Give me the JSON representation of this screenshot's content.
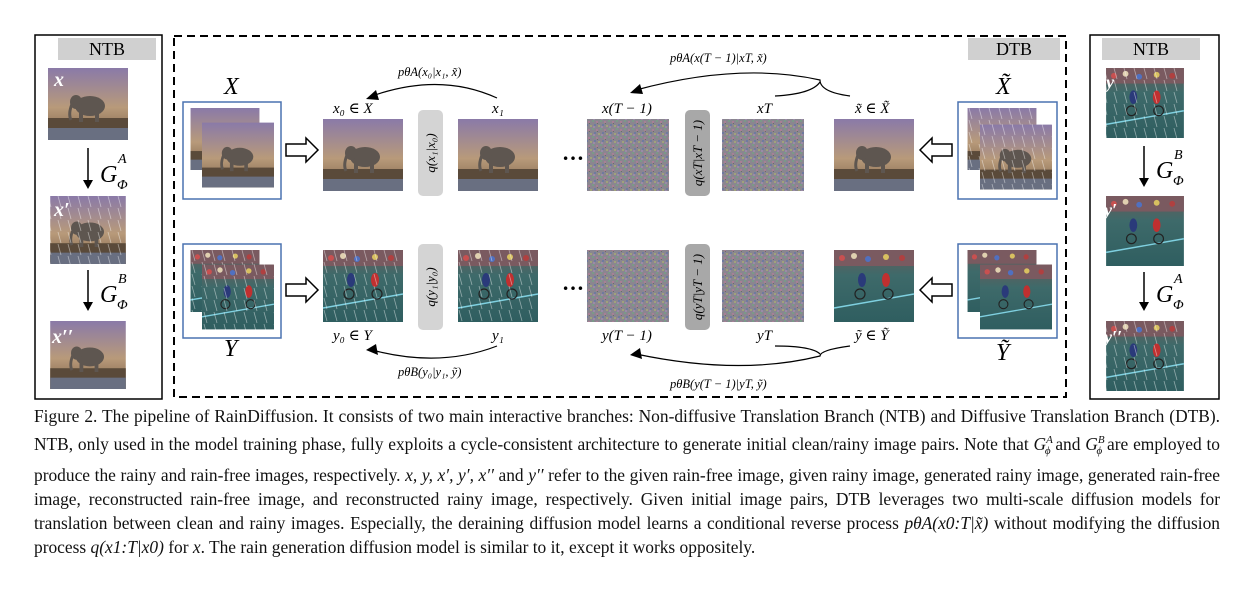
{
  "figure": {
    "ntb_left_title": "NTB",
    "ntb_right_title": "NTB",
    "dtb_title": "DTB",
    "left_labels": {
      "x": "x",
      "x_prime": "x′",
      "x_dprime": "x′′"
    },
    "right_labels": {
      "y": "y",
      "y_prime": "y′",
      "y_dprime": "y′′"
    },
    "generators": {
      "left_top": "A",
      "left_bottom": "B",
      "right_top": "B",
      "right_bottom": "A",
      "letter": "G",
      "sub": "Φ"
    },
    "top_row": {
      "domain": "X",
      "domain_tilde": "X̃",
      "x0_label": "x₀ ∈ X",
      "x1_label": "x₁",
      "xT1_label": "x(T − 1)",
      "xT_label": "xT",
      "xtilde_label": "x̃ ∈ X̃",
      "q1": "q(x₁|x₀)",
      "q2": "q(xT|xT − 1)",
      "p_left": "pθA(x₀|x₁, x̃)",
      "p_right": "pθA(x(T − 1)|xT, x̃)"
    },
    "bottom_row": {
      "domain": "Y",
      "domain_tilde": "Ỹ",
      "y0_label": "y₀ ∈ Y",
      "y1_label": "y₁",
      "yT1_label": "y(T − 1)",
      "yT_label": "yT",
      "ytilde_label": "ỹ ∈ Ỹ",
      "q1": "q(y₁|y₀)",
      "q2": "q(yT|yT − 1)",
      "p_left": "pθB(y₀|y₁, ỹ)",
      "p_right": "pθB(y(T − 1)|yT, ỹ)"
    },
    "ellipsis": "…"
  },
  "caption": {
    "c1": "Figure 2. The pipeline of RainDiffusion.  It consists of two main interactive branches: Non-diffusive Translation Branch (NTB) and Diffusive Translation Branch (DTB). NTB, only used in the model training phase, fully exploits a cycle-consistent architecture to generate initial clean/rainy image pairs. Note that ",
    "m1": "G",
    "c2": " and ",
    "m2": "G",
    "c3": " are employed to produce the rainy and rain-free images, respectively. ",
    "vars1": "x, y, x′, y′,",
    "vars2": "x′′",
    "c4": " and ",
    "vars3": "y′′",
    "c5": " refer to the given rain-free image, given rainy image, generated rainy image, generated rain-free image, reconstructed rain-free image, and reconstructed rainy image, respectively.  Given initial image pairs, DTB leverages two multi-scale diffusion models for translation between clean and rainy images.  Especially, the deraining diffusion model learns a conditional reverse process ",
    "m3": "pθA(x0:T|x̃)",
    "c6": " without modifying the diffusion process ",
    "m4": "q(x1:T|x0)",
    "c7": " for ",
    "m5": "x",
    "c8": ". The rain generation diffusion model is similar to it, except it works oppositely."
  }
}
